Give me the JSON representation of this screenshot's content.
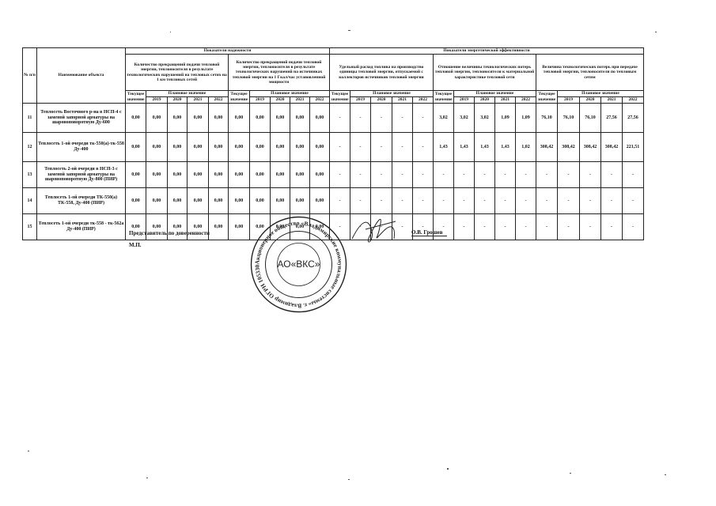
{
  "table": {
    "group_reliability": "Показатели надежности",
    "group_efficiency": "Показатели энергетической эффективности",
    "col_num": "№ п/п",
    "col_name": "Наименование объекта",
    "ind1": "Количество прекращений подачи тепловой энергии, теплоносителя в результате технологических нарушений на тепловых сетях на 1 км тепловых сетей",
    "ind2": "Количество прекращений подачи тепловой энергии, теплоносителя в результате технологических нарушений на источниках тепловой энергии на 1 Гкал/час установленной мощности",
    "ind3": "Удельный расход топлива на производство единицы тепловой энергии, отпускаемой с коллекторов источников тепловой энергии",
    "ind4": "Отношение величины технологических потерь тепловой энергии, теплоносителя к материальной характеристике тепловой сети",
    "ind5": "Величина технологических потерь при передаче тепловой энергии, теплоносителя по тепловым сетям",
    "current": "Текущее значение",
    "planned": "Плановое значение",
    "years": [
      "2019",
      "2020",
      "2021",
      "2022"
    ],
    "rows": [
      {
        "num": "11",
        "name": "Теплосеть Восточного р-на в НСП-4 с заменой запорной арматуры на шаровоповоротную Ду-600",
        "v": [
          "0,00",
          "0,00",
          "0,00",
          "0,00",
          "0,00",
          "0,00",
          "0,00",
          "0,00",
          "0,00",
          "0,00",
          "-",
          "-",
          "-",
          "-",
          "-",
          "3,02",
          "3,02",
          "3,02",
          "1,09",
          "1,09",
          "76,10",
          "76,10",
          "76,10",
          "27,56",
          "27,56"
        ]
      },
      {
        "num": "12",
        "name": "Теплосеть 1-ой очереди тк-550(а)-тк-558 Ду-400",
        "v": [
          "0,00",
          "0,00",
          "0,00",
          "0,00",
          "0,00",
          "0,00",
          "0,00",
          "0,00",
          "0,00",
          "0,00",
          "-",
          "-",
          "-",
          "-",
          "-",
          "1,43",
          "1,43",
          "1,43",
          "1,43",
          "1,02",
          "308,42",
          "308,42",
          "308,42",
          "308,42",
          "221,51"
        ]
      },
      {
        "num": "13",
        "name": "Теплосеть 2-ой очереди в НСП-3 с заменой запорной арматуры на шаровоповоротную Ду-800 (ПИР)",
        "v": [
          "0,00",
          "0,00",
          "0,00",
          "0,00",
          "0,00",
          "0,00",
          "0,00",
          "0,00",
          "0,00",
          "0,00",
          "-",
          "-",
          "-",
          "-",
          "-",
          "-",
          "-",
          "-",
          "-",
          "-",
          "-",
          "-",
          "-",
          "-",
          "-"
        ]
      },
      {
        "num": "14",
        "name": "Теплосеть 1-ой очереди ТК-550(а) ТК-558, Ду-400 (ПИР)",
        "v": [
          "0,00",
          "0,00",
          "0,00",
          "0,00",
          "0,00",
          "0,00",
          "0,00",
          "0,00",
          "0,00",
          "0,00",
          "-",
          "-",
          "-",
          "-",
          "-",
          "-",
          "-",
          "-",
          "-",
          "-",
          "-",
          "-",
          "-",
          "-",
          "-"
        ]
      },
      {
        "num": "15",
        "name": "Теплосеть 1-ой очереди тк-558 - тк-562а Ду-400 (ПИР)",
        "v": [
          "0,00",
          "0,00",
          "0,00",
          "0,00",
          "0,00",
          "0,00",
          "0,00",
          "0,00",
          "0,00",
          "0,00",
          "-",
          "-",
          "-",
          "-",
          "-",
          "-",
          "-",
          "-",
          "-",
          "-",
          "-",
          "-",
          "-",
          "-",
          "-"
        ]
      }
    ]
  },
  "footer": {
    "representative": "Представитель по доверенности",
    "mp": "М.П.",
    "signer": "О.В. Грошев"
  },
  "stamp": {
    "center": "АО«ВКС»",
    "ring": "Акционерное общество «Владимирские коммунальные системы» г. Владимир ОГРН 1053301618869 ИНН 3327823181"
  },
  "colors": {
    "ink": "#111111",
    "stamp": "#222222"
  }
}
